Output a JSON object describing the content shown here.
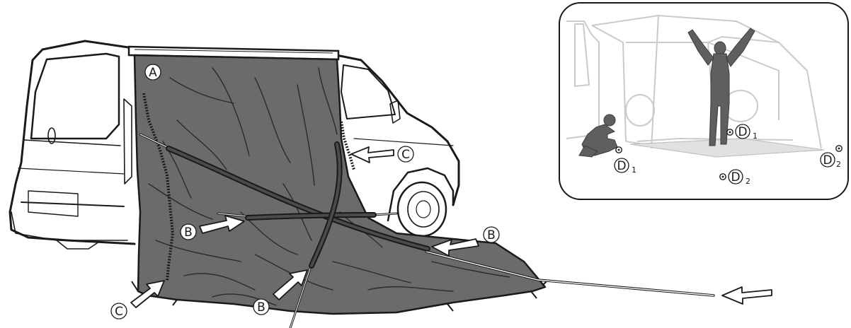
{
  "callouts": {
    "a": "A",
    "b": "B",
    "c": "C",
    "d": "D"
  },
  "subscripts": {
    "one": "1",
    "two": "2"
  },
  "colors": {
    "fabric": "#6a6b6c",
    "fabric_dark": "#3a3b3c",
    "outline": "#1a1a1a",
    "inset_ghost": "#c9cacb",
    "figure": "#5e5f60"
  },
  "icons": [
    "insertion-arrow-icon",
    "anchor-point-icon"
  ]
}
